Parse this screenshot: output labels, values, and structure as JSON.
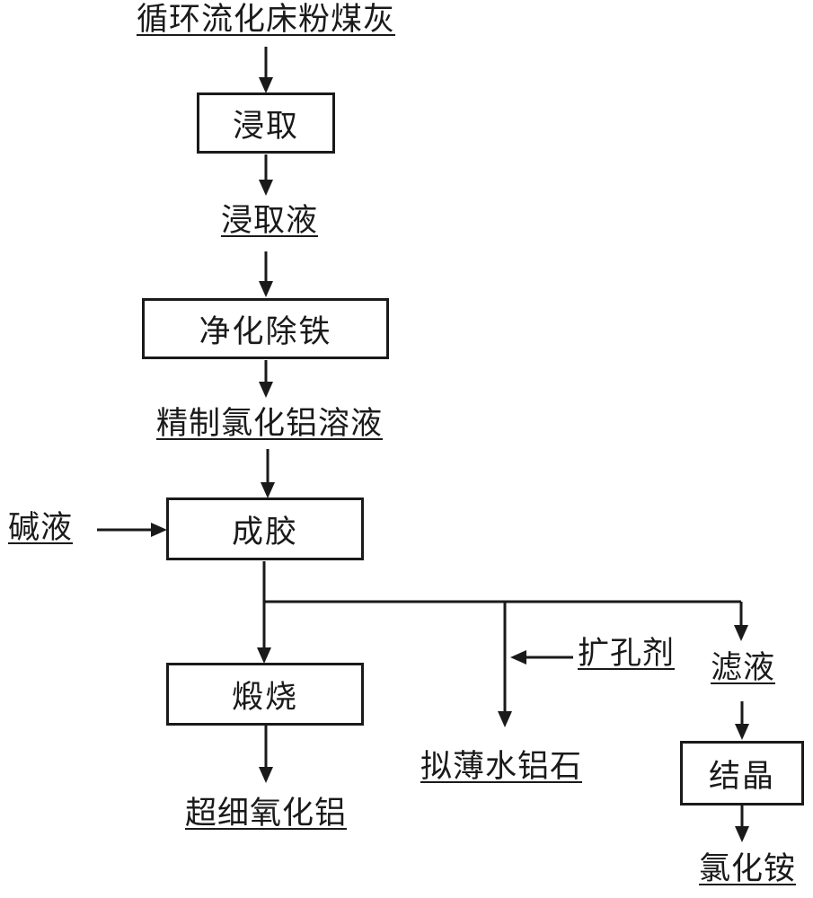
{
  "diagram": {
    "colors": {
      "background": "#ffffff",
      "line": "#1a1a1a",
      "text": "#1a1a1a"
    },
    "nodes": {
      "source_label": "循环流化床粉煤灰",
      "leach_box": "浸取",
      "leachate_label": "浸取液",
      "purify_box": "净化除铁",
      "refined_solution_label": "精制氯化铝溶液",
      "alkali_label": "碱液",
      "gel_box": "成胶",
      "calcine_box": "煅烧",
      "ultrafine_alumina_label": "超细氧化铝",
      "pore_agent_label": "扩孔剂",
      "pseudoboehmite_label": "拟薄水铝石",
      "filtrate_label": "滤液",
      "crystallize_box": "结晶",
      "ammonium_chloride_label": "氯化铵"
    }
  }
}
